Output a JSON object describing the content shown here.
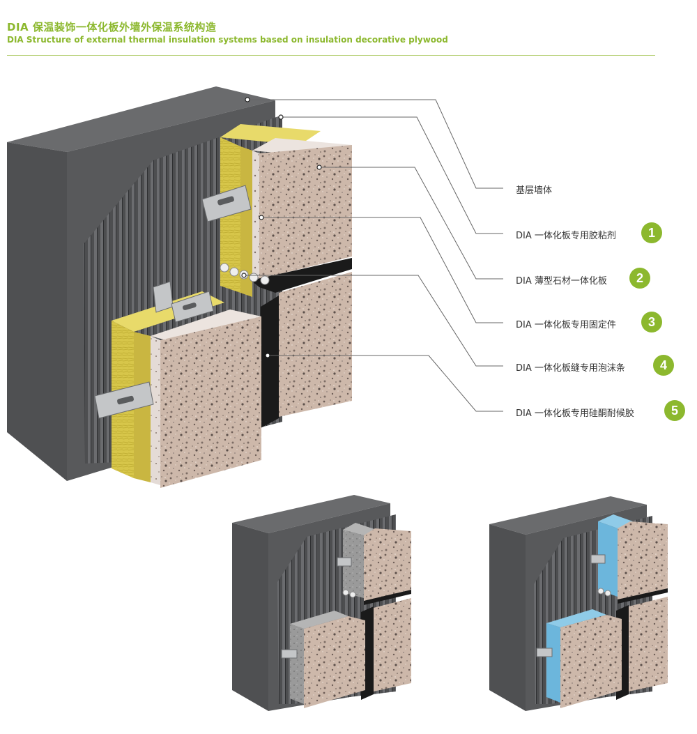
{
  "header": {
    "title_cn": "DIA 保温装饰一体化板外墙外保温系统构造",
    "title_en": "DIA Structure of external thermal insulation systems based on insulation decorative plywood"
  },
  "colors": {
    "accent": "#8cb82e",
    "wall": "#58595b",
    "insulation": "#d8c84a",
    "stone": "#c9b2a4",
    "xps_blue": "#6cb6dc",
    "mortar_grey": "#9a9a9a",
    "seal_black": "#1a1a1a"
  },
  "legend": [
    {
      "number": "",
      "label": "基层墙体"
    },
    {
      "number": "1",
      "label": "DIA 一体化板专用胶粘剂"
    },
    {
      "number": "2",
      "label": "DIA 薄型石材一体化板"
    },
    {
      "number": "3",
      "label": "DIA 一体化板专用固定件"
    },
    {
      "number": "4",
      "label": "DIA 一体化板缝专用泡沫条"
    },
    {
      "number": "5",
      "label": "DIA 一体化板专用硅酮耐候胶"
    }
  ]
}
